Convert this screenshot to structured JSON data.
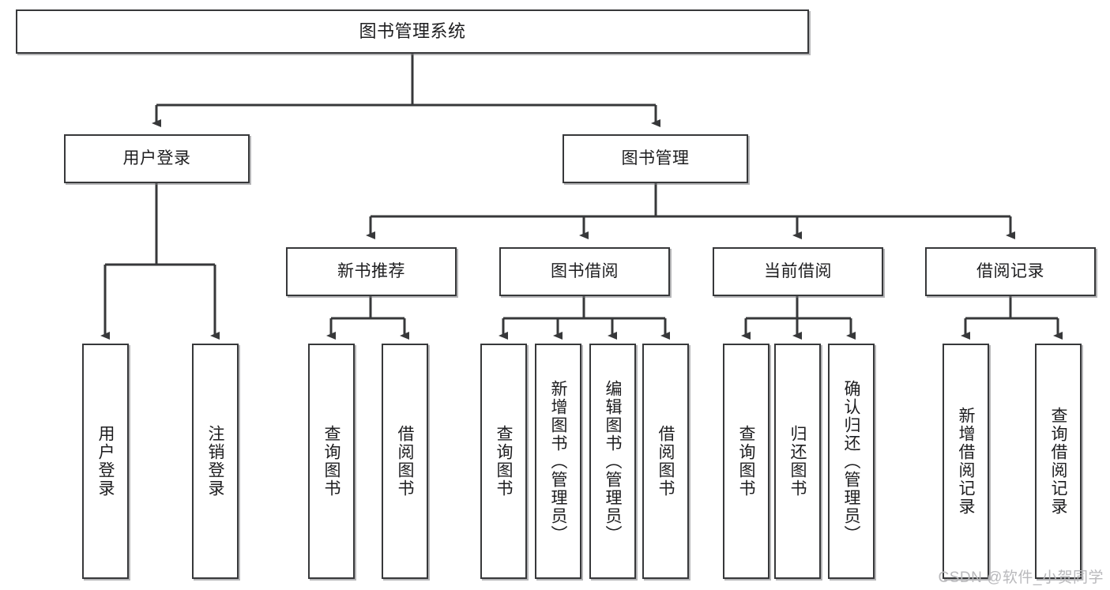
{
  "diagram": {
    "title": "图书管理系统",
    "type": "tree-flowchart",
    "colors": {
      "box_border": "#37383a",
      "box_fill": "#ffffff",
      "edge": "#37383a",
      "text": "#1d1d1f",
      "watermark": "#b9b9bc",
      "background": "#ffffff"
    },
    "nodes": {
      "root": {
        "label": "图书管理系统"
      },
      "level2": [
        {
          "label": "用户登录"
        },
        {
          "label": "图书管理"
        }
      ],
      "level3": [
        {
          "label": "新书推荐"
        },
        {
          "label": "图书借阅"
        },
        {
          "label": "当前借阅"
        },
        {
          "label": "借阅记录"
        }
      ],
      "leaves": {
        "user_login": [
          {
            "label": "用户登录"
          },
          {
            "label": "注销登录"
          }
        ],
        "new_book_recommend": [
          {
            "label": "查询图书"
          },
          {
            "label": "借阅图书"
          }
        ],
        "book_borrow": [
          {
            "label": "查询图书"
          },
          {
            "label": "新增图书（管理员）"
          },
          {
            "label": "编辑图书（管理员）"
          },
          {
            "label": "借阅图书"
          }
        ],
        "current_borrow": [
          {
            "label": "查询图书"
          },
          {
            "label": "归还图书"
          },
          {
            "label": "确认归还（管理员）"
          }
        ],
        "borrow_record": [
          {
            "label": "新增借阅记录"
          },
          {
            "label": "查询借阅记录"
          }
        ]
      }
    },
    "watermark": "CSDN @软件_小贺同学"
  }
}
